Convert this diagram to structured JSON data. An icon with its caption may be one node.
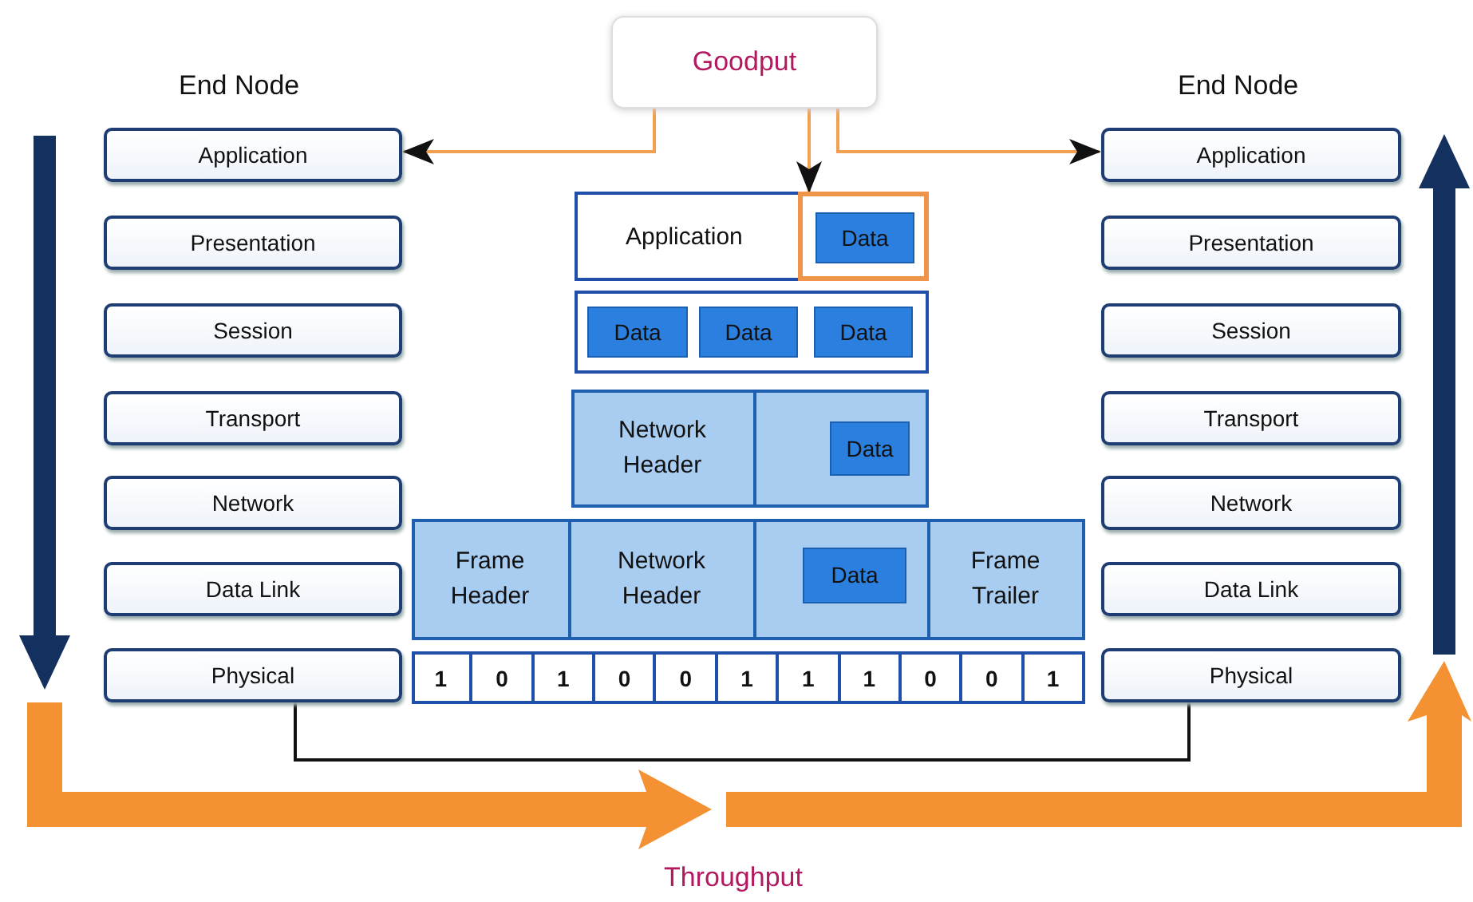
{
  "diagram": {
    "nodes": [
      {
        "text": [
          "Goodput"
        ]
      },
      {
        "text": [
          "Application"
        ]
      },
      {
        "text": [
          "Presentation"
        ]
      },
      {
        "text": [
          "Session"
        ]
      },
      {
        "text": [
          "Transport"
        ]
      },
      {
        "text": [
          "Network"
        ]
      },
      {
        "text": [
          "Data Link"
        ]
      },
      {
        "text": [
          "Physical"
        ]
      },
      {
        "text": [
          "Application"
        ]
      },
      {
        "text": [
          "Presentation"
        ]
      },
      {
        "text": [
          "Session"
        ]
      },
      {
        "text": [
          "Transport"
        ]
      },
      {
        "text": [
          "Network"
        ]
      },
      {
        "text": [
          "Data Link"
        ]
      },
      {
        "text": [
          "Physical"
        ]
      },
      {
        "text": [
          "Application"
        ]
      },
      {
        "text": [],
        "shape": "box",
        "in": 15
      },
      {
        "text": [
          "Data"
        ],
        "in": 16
      },
      {
        "text": [],
        "shape": "box"
      },
      {
        "text": [
          "Data"
        ],
        "in": 18
      },
      {
        "text": [
          "Data"
        ],
        "in": 18
      },
      {
        "text": [
          "Data"
        ],
        "in": 18
      },
      {
        "text": [],
        "shape": "box"
      },
      {
        "text": [
          "Network Header"
        ],
        "in": 22
      },
      {
        "text": [],
        "shape": "box",
        "in": 22
      },
      {
        "text": [
          "Data"
        ],
        "in": 24
      },
      {
        "text": [],
        "shape": "box"
      },
      {
        "text": [
          "Frame Header"
        ],
        "in": 26
      },
      {
        "text": [
          "Network Header"
        ],
        "in": 26
      },
      {
        "text": [],
        "shape": "box",
        "in": 26
      },
      {
        "text": [
          "Data"
        ],
        "in": 29
      },
      {
        "text": [
          "Frame Trailer"
        ],
        "in": 26
      },
      {
        "text": [],
        "shape": "box"
      },
      {
        "text": [
          "1"
        ],
        "in": 32
      },
      {
        "text": [
          "0"
        ],
        "in": 32
      },
      {
        "text": [
          "1"
        ],
        "in": 32
      },
      {
        "text": [
          "0"
        ],
        "in": 32
      },
      {
        "text": [
          "0"
        ],
        "in": 32
      },
      {
        "text": [
          "1"
        ],
        "in": 32
      },
      {
        "text": [
          "1"
        ],
        "in": 32
      },
      {
        "text": [
          "1"
        ],
        "in": 32
      },
      {
        "text": [
          "0"
        ],
        "in": 32
      },
      {
        "text": [
          "0"
        ],
        "in": 32
      },
      {
        "text": [
          "1"
        ],
        "in": 32
      }
    ],
    "edges": [
      {
        "from": 0,
        "to": 1,
        "arrow": "to"
      },
      {
        "from": 0,
        "to": 16,
        "arrow": "to"
      },
      {
        "from": 0,
        "to": 8,
        "arrow": "to"
      },
      {
        "from": 7,
        "to": 14,
        "arrow": "none",
        "color": "#111111"
      }
    ],
    "labels": [
      "End Node",
      "End Node",
      "Throughput"
    ]
  }
}
